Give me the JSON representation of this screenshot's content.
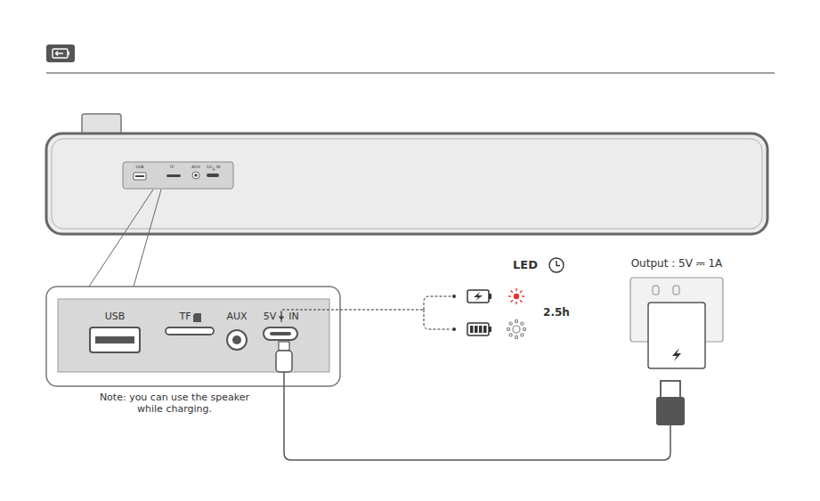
{
  "diagram": {
    "labels": [
      "USB",
      "TF",
      "AUX",
      "5V",
      "IN",
      "USB",
      "TF",
      "AUX",
      "5V",
      "IN",
      "Note: you can use the speaker while charging.",
      "LED",
      "2.5h",
      "Output : 5V ⎓ 1A"
    ]
  }
}
